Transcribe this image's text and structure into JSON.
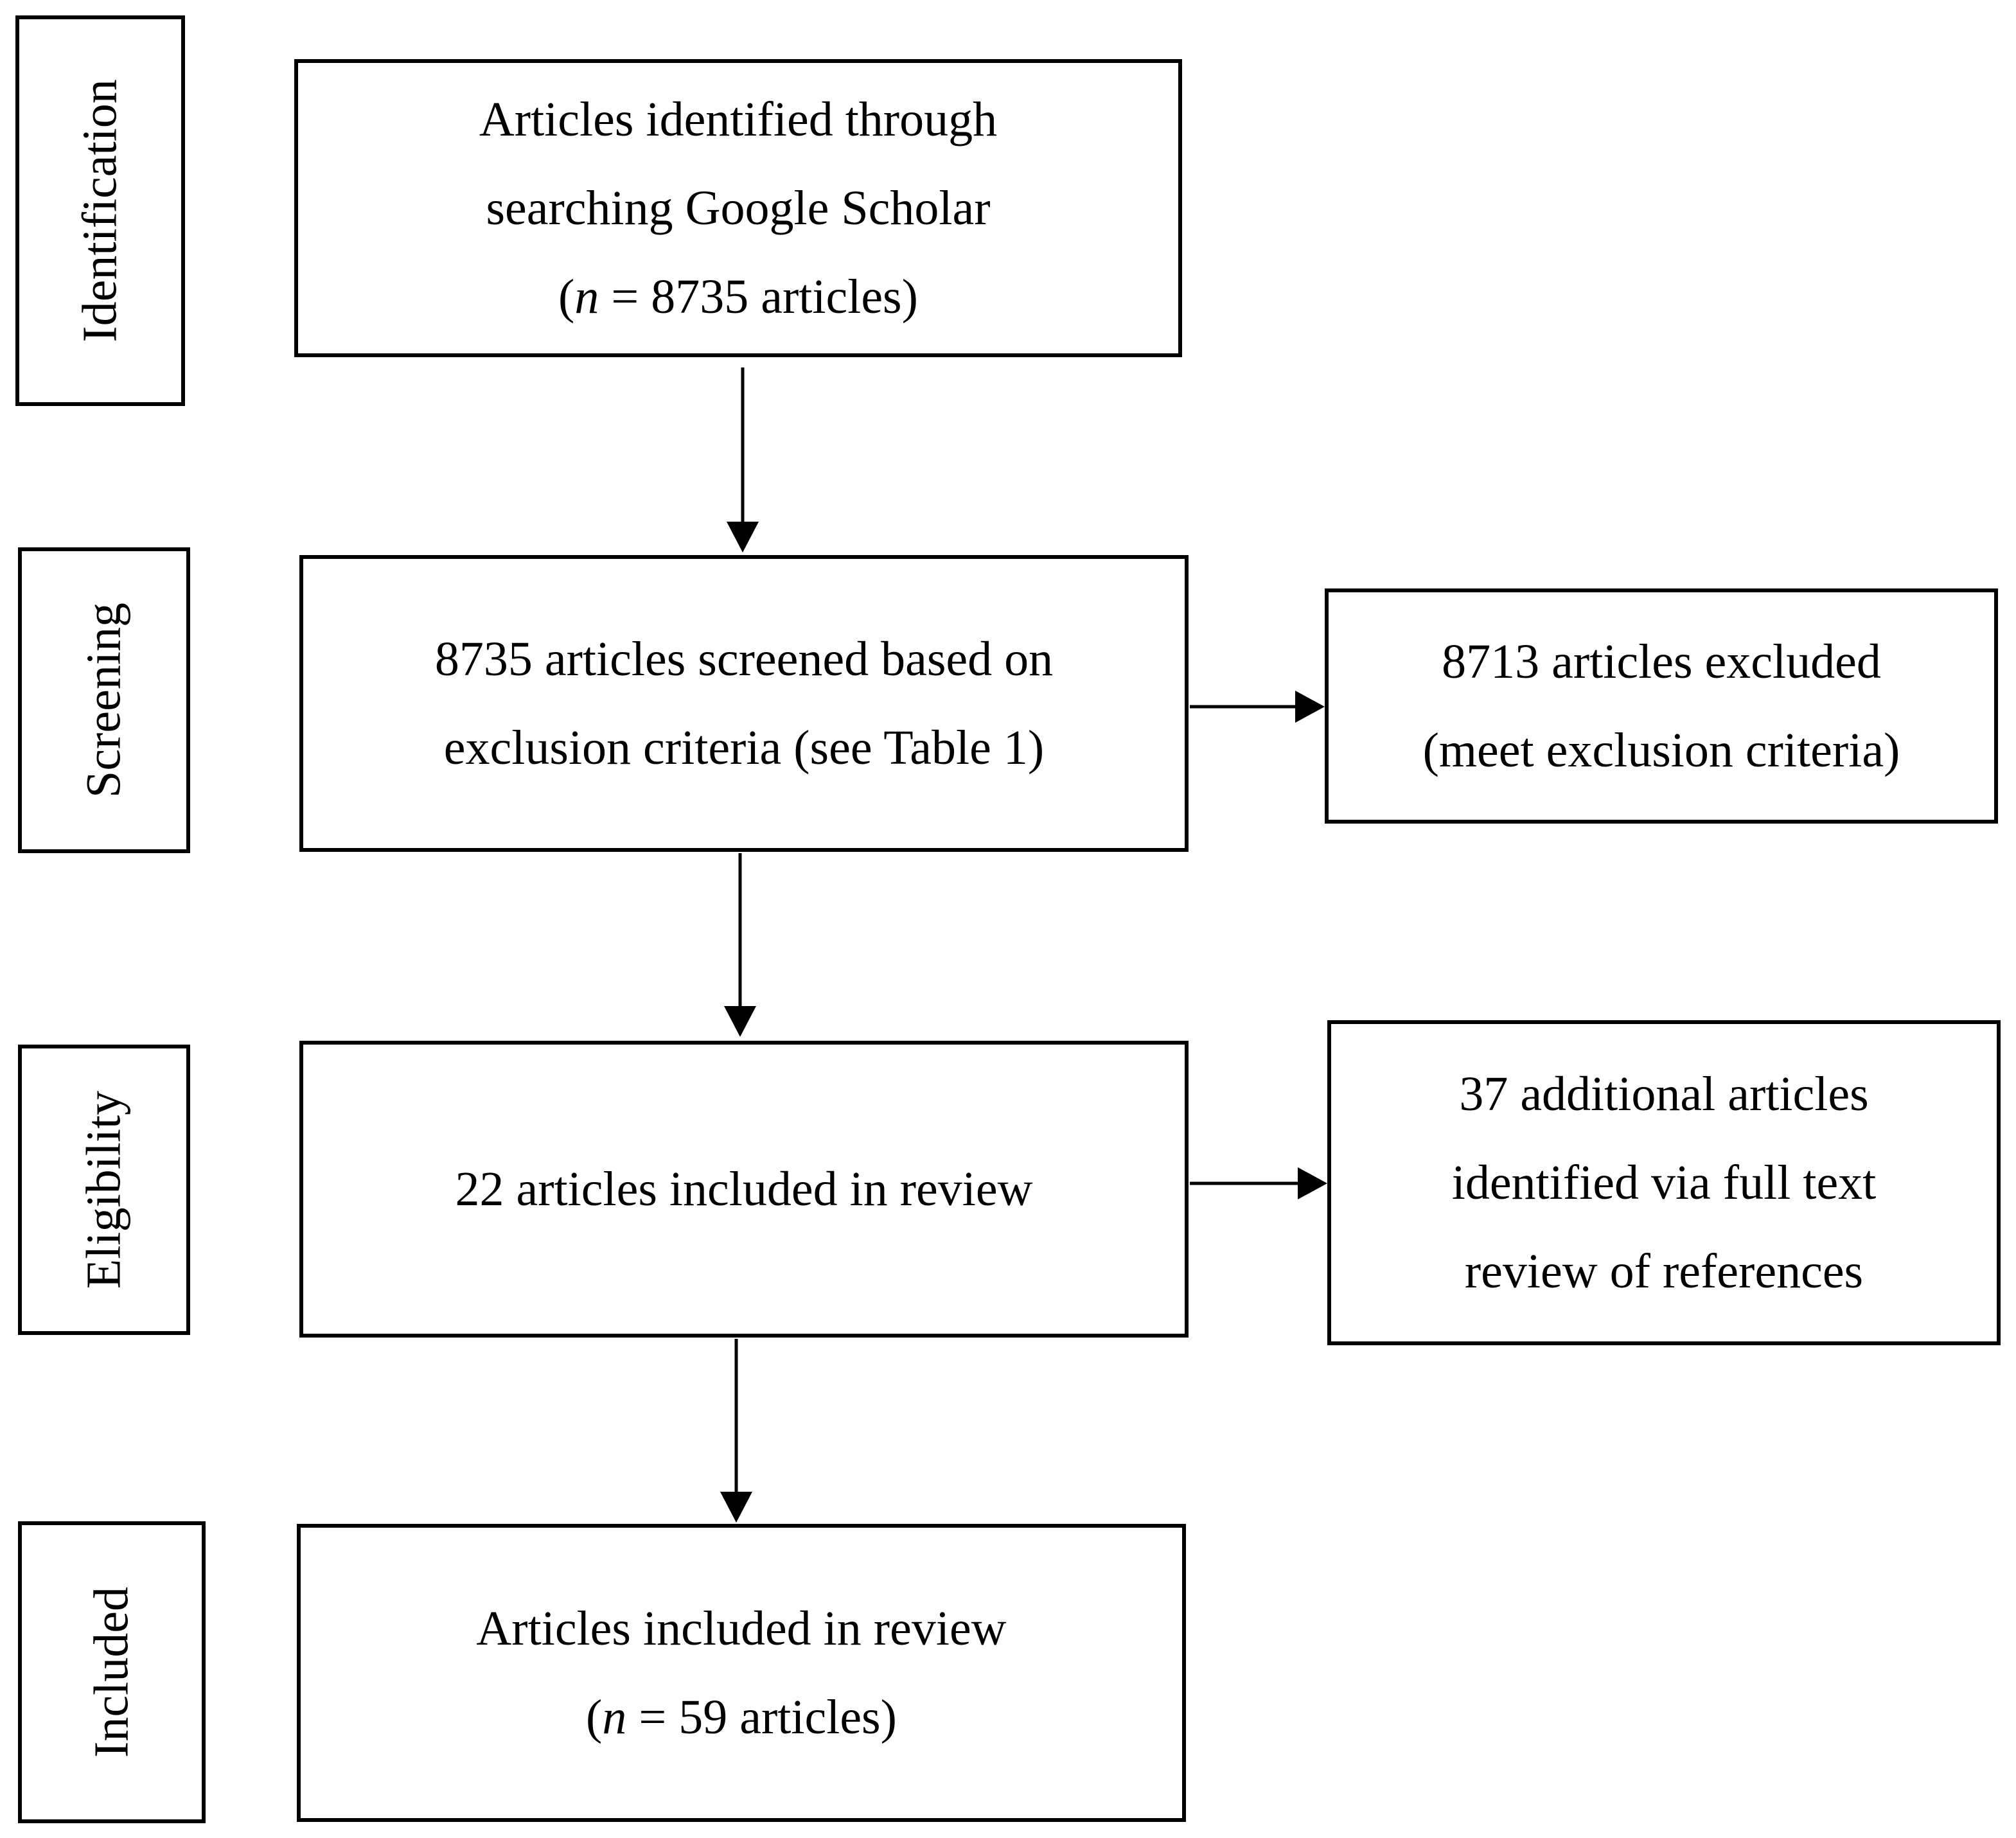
{
  "stages": {
    "identification": "Identification",
    "screening": "Screening",
    "eligibility": "Eligibility",
    "included": "Included"
  },
  "boxes": {
    "identified": {
      "line1": "Articles identified through",
      "line2": "searching Google Scholar",
      "n_symbol": "n",
      "n_text": " = 8735 articles)",
      "open_paren": "("
    },
    "screened": {
      "line1": "8735 articles screened based on",
      "line2": "exclusion criteria (see Table 1)"
    },
    "excluded": {
      "line1": "8713 articles excluded",
      "line2": "(meet exclusion criteria)"
    },
    "eligible": {
      "line1": "22 articles included in review"
    },
    "additional": {
      "line1": "37 additional articles",
      "line2": "identified via full text",
      "line3": "review of references"
    },
    "included": {
      "line1": "Articles included in review",
      "open_paren": "(",
      "n_symbol": "n",
      "n_text": " = 59 articles)"
    }
  }
}
